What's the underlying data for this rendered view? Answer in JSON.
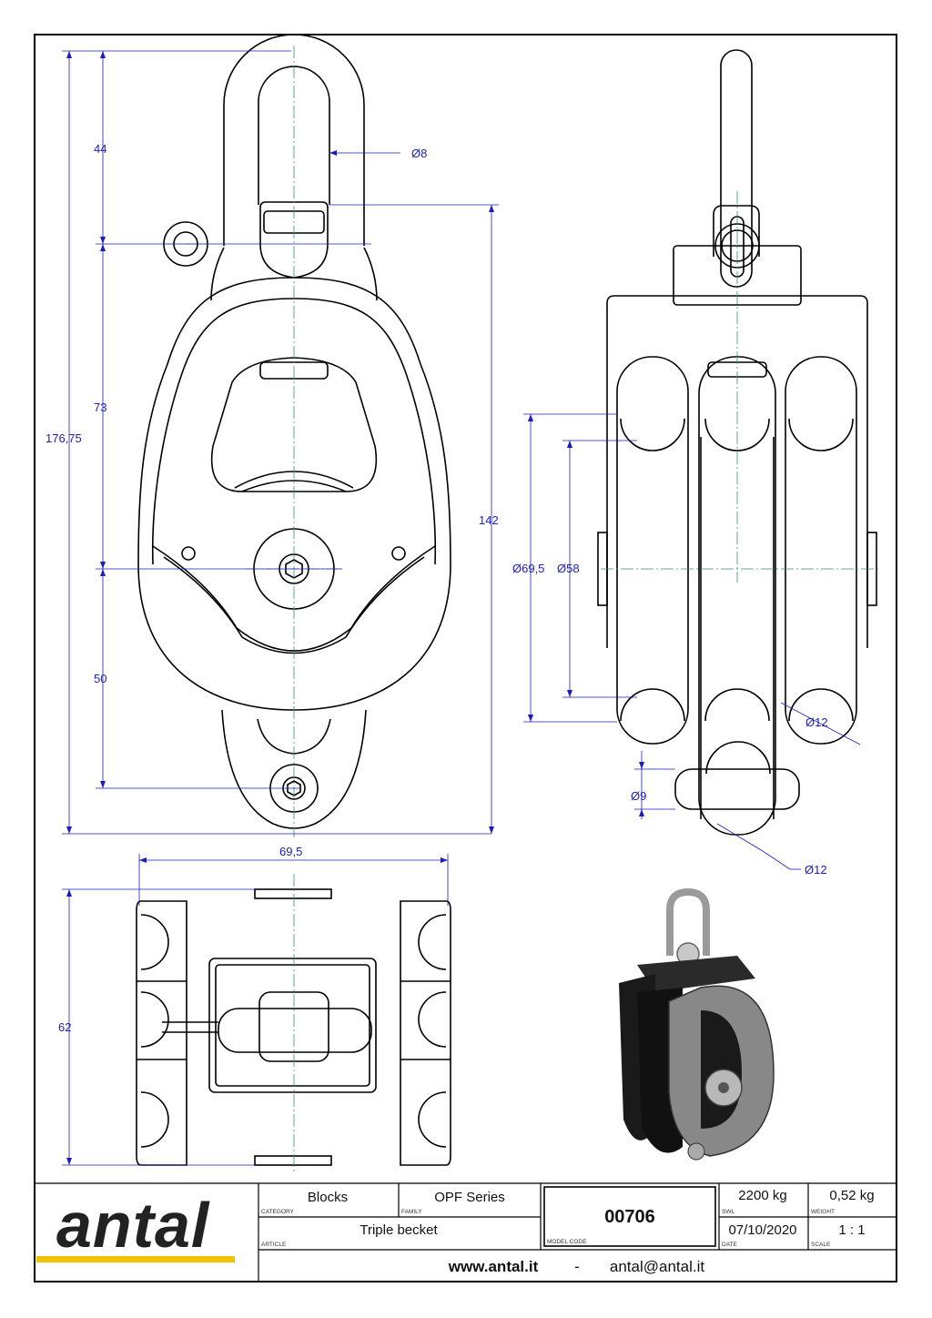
{
  "dimensions": {
    "front": {
      "d44": "44",
      "d73": "73",
      "d50": "50",
      "d176": "176,75",
      "d142": "142",
      "pin": "Ø8"
    },
    "side": {
      "sheave_outer": "Ø69,5",
      "sheave_inner": "Ø58",
      "rope_top": "Ø12",
      "becket_pin": "Ø9",
      "rope_bottom": "Ø12"
    },
    "bottom_view": {
      "width": "69,5",
      "height": "62"
    }
  },
  "title_block": {
    "logo": "antal",
    "category_value": "Blocks",
    "category_label": "CATEGORY",
    "family_value": "OPF Series",
    "family_label": "FAMILY",
    "article_value": "Triple becket",
    "article_label": "ARTICLE",
    "model_code": "00706",
    "model_code_label": "MODEL CODE",
    "swl_value": "2200 kg",
    "swl_label": "SWL",
    "weight_value": "0,52 kg",
    "weight_label": "WEIGHT",
    "date_value": "07/10/2020",
    "date_label": "DATE",
    "scale_value": "1 : 1",
    "scale_label": "SCALE",
    "website": "www.antal.it",
    "separator": "-",
    "email": "antal@antal.it"
  },
  "colors": {
    "dimension": "#1d1dbf",
    "centerline": "#3a8a7a",
    "logo_bar": "#f2c200"
  }
}
